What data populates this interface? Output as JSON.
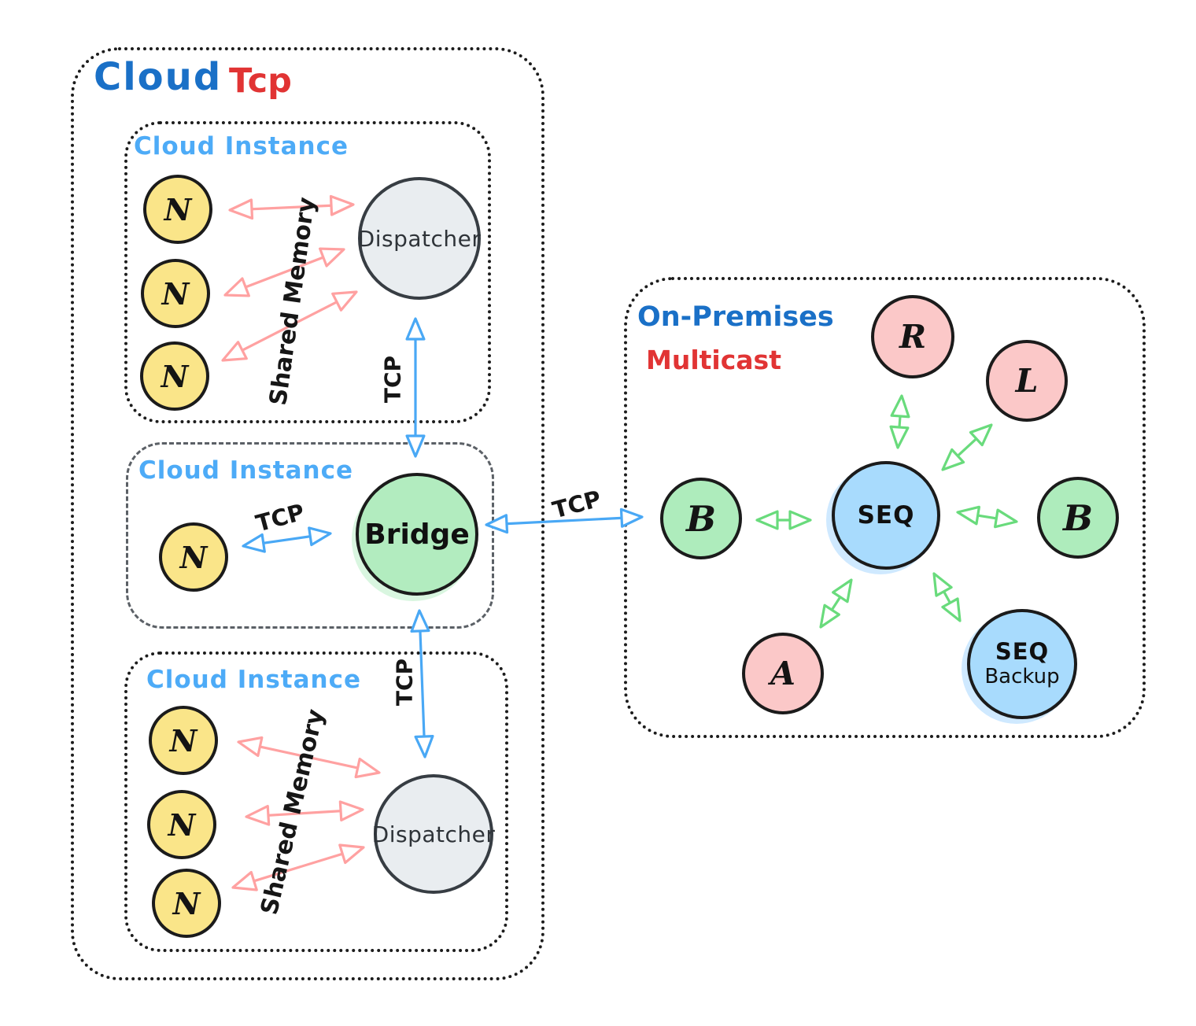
{
  "colors": {
    "title_blue": "#1a70c7",
    "protocol_red": "#e13434",
    "instance_label_blue": "#4dabf7",
    "node_yellow": "#fae589",
    "dispatcher_gray": "#e9edf0",
    "bridge_green": "#aeecbc",
    "pink_node": "#fbc8c8",
    "blue_node": "#a8dbfd",
    "arrow_pink": "#ffa1a1",
    "arrow_blue": "#49a8f5",
    "arrow_green": "#69db7c",
    "ink": "#1b1b1b"
  },
  "cloud": {
    "title": "Cloud",
    "protocol": "Tcp",
    "instance_top": {
      "label": "Cloud Instance",
      "node": "N",
      "hub": "Dispatcher",
      "link": "Shared Memory"
    },
    "instance_middle": {
      "label": "Cloud Instance",
      "node": "N",
      "hub": "Bridge",
      "link": "TCP"
    },
    "instance_bottom": {
      "label": "Cloud Instance",
      "node": "N",
      "hub": "Dispatcher",
      "link": "Shared Memory"
    },
    "tcp_dispatcher_bridge": "TCP",
    "tcp_bridge_dispatcher": "TCP"
  },
  "wan": {
    "label": "TCP"
  },
  "onprem": {
    "title": "On-Premises",
    "protocol": "Multicast",
    "seq": "SEQ",
    "seq_backup_line1": "SEQ",
    "seq_backup_line2": "Backup",
    "node_r": "R",
    "node_l": "L",
    "node_b_left": "B",
    "node_b_right": "B",
    "node_a": "A"
  }
}
